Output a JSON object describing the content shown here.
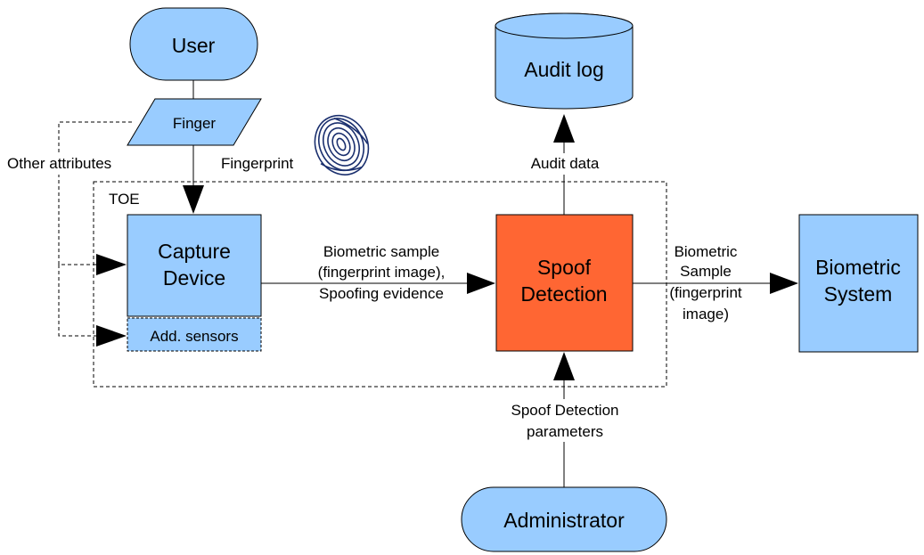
{
  "colors": {
    "node_fill": "#99ccff",
    "spoof_fill": "#ff6633",
    "stroke": "#000000",
    "fingerprint": "#1a2f6e"
  },
  "icons": {
    "fingerprint": "fingerprint-icon"
  },
  "nodes": {
    "user": "User",
    "finger": "Finger",
    "audit_log": "Audit log",
    "capture_device_line1": "Capture",
    "capture_device_line2": "Device",
    "add_sensors": "Add. sensors",
    "spoof_detection_line1": "Spoof",
    "spoof_detection_line2": "Detection",
    "biometric_system_line1": "Biometric",
    "biometric_system_line2": "System",
    "administrator": "Administrator"
  },
  "labels": {
    "toe": "TOE",
    "other_attributes": "Other attributes",
    "fingerprint": "Fingerprint",
    "audit_data": "Audit data",
    "sample_to_spoof_line1": "Biometric sample",
    "sample_to_spoof_line2": "(fingerprint image),",
    "sample_to_spoof_line3": "Spoofing evidence",
    "sample_to_system_line1": "Biometric",
    "sample_to_system_line2": "Sample",
    "sample_to_system_line3": "(fingerprint",
    "sample_to_system_line4": "image)",
    "params_line1": "Spoof Detection",
    "params_line2": "parameters"
  }
}
